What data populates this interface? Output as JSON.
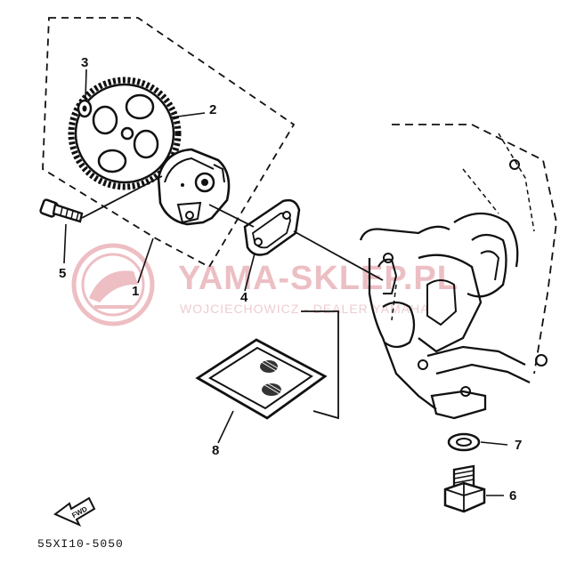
{
  "diagram": {
    "callouts": {
      "p1": "1",
      "p2": "2",
      "p3": "3",
      "p4": "4",
      "p5": "5",
      "p6": "6",
      "p7": "7",
      "p8": "8"
    },
    "fwd_label": "FWD",
    "drawing_code": "55XI10-5050"
  },
  "watermark": {
    "title": "YAMA-SKLEP.PL",
    "subtitle": "WOJCIECHOWICZ - DEALER YAMAHA",
    "color": "#e05a6a"
  }
}
